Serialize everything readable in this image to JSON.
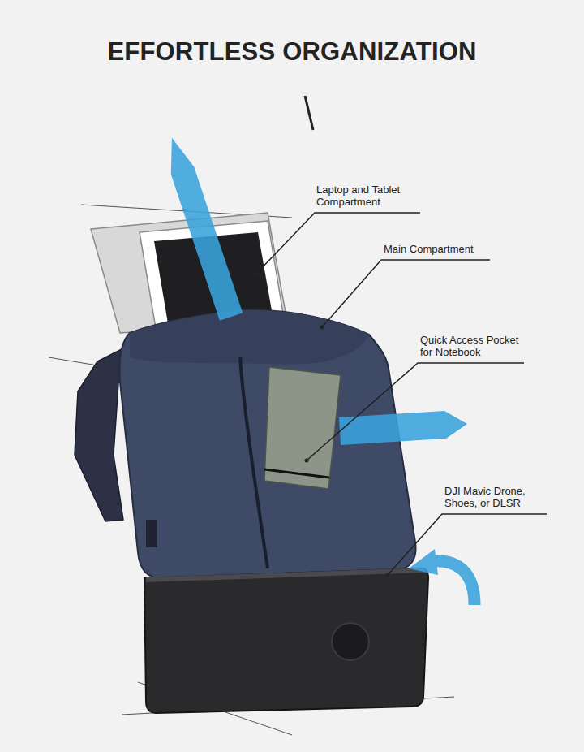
{
  "diagram": {
    "title": "EFFORTLESS ORGANIZATION",
    "labels": [
      "Laptop and Tablet Compartment",
      "Main Compartment",
      "Quick Access Pocket for Notebook",
      "DJI Mavic Drone, Shoes, or DLSR"
    ]
  }
}
